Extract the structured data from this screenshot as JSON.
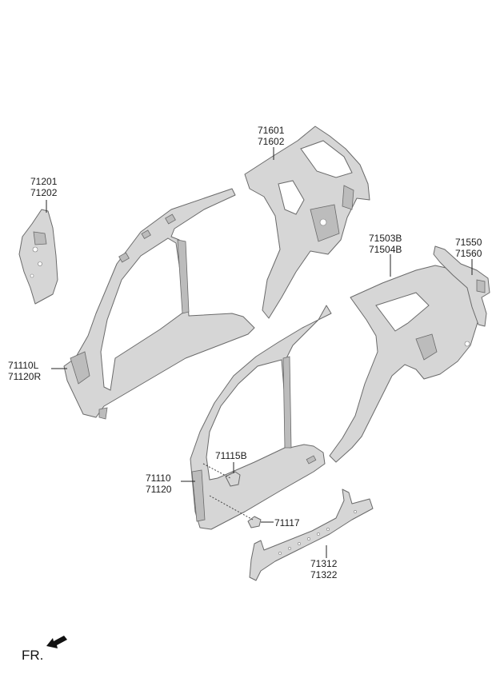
{
  "callouts": [
    {
      "id": "c71201",
      "lines": [
        "71201",
        "71202"
      ]
    },
    {
      "id": "c71601",
      "lines": [
        "71601",
        "71602"
      ]
    },
    {
      "id": "c71503",
      "lines": [
        "71503B",
        "71504B"
      ]
    },
    {
      "id": "c71550",
      "lines": [
        "71550",
        "71560"
      ]
    },
    {
      "id": "c71110L",
      "lines": [
        "71110L",
        "71120R"
      ]
    },
    {
      "id": "c71115",
      "lines": [
        "71115B"
      ]
    },
    {
      "id": "c71110",
      "lines": [
        "71110",
        "71120"
      ]
    },
    {
      "id": "c71117",
      "lines": [
        "71117"
      ]
    },
    {
      "id": "c71312",
      "lines": [
        "71312",
        "71322"
      ]
    }
  ],
  "front_indicator": {
    "label": "FR."
  }
}
